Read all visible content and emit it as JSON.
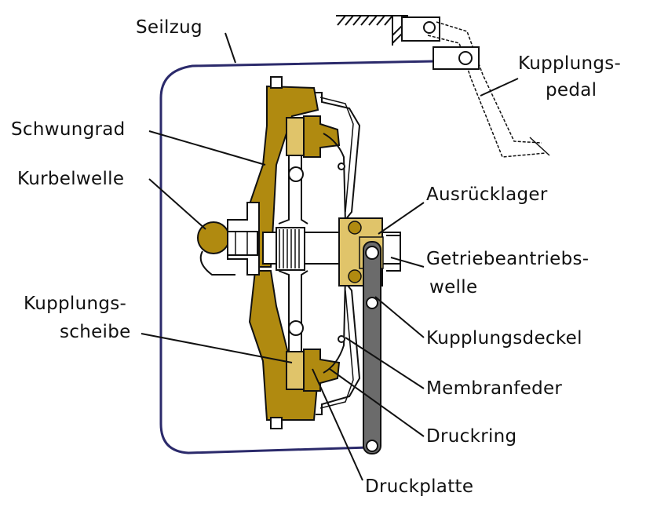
{
  "labels": {
    "seilzug": "Seilzug",
    "kupplungspedal_1": "Kupplungs-",
    "kupplungspedal_2": "pedal",
    "schwungrad": "Schwungrad",
    "kurbelwelle": "Kurbelwelle",
    "ausruecklager": "Ausrücklager",
    "getriebe_1": "Getriebeantriebs-",
    "getriebe_2": "welle",
    "kupplungsscheibe_1": "Kupplungs-",
    "kupplungsscheibe_2": "scheibe",
    "kupplungsdeckel": "Kupplungsdeckel",
    "membranfeder": "Membranfeder",
    "druckring": "Druckring",
    "druckplatte": "Druckplatte"
  },
  "colors": {
    "brass": "#b08a10",
    "brass_light": "#e0c46a",
    "cable": "#2b2a6b",
    "lever": "#6b6b6b",
    "line": "#111111"
  }
}
